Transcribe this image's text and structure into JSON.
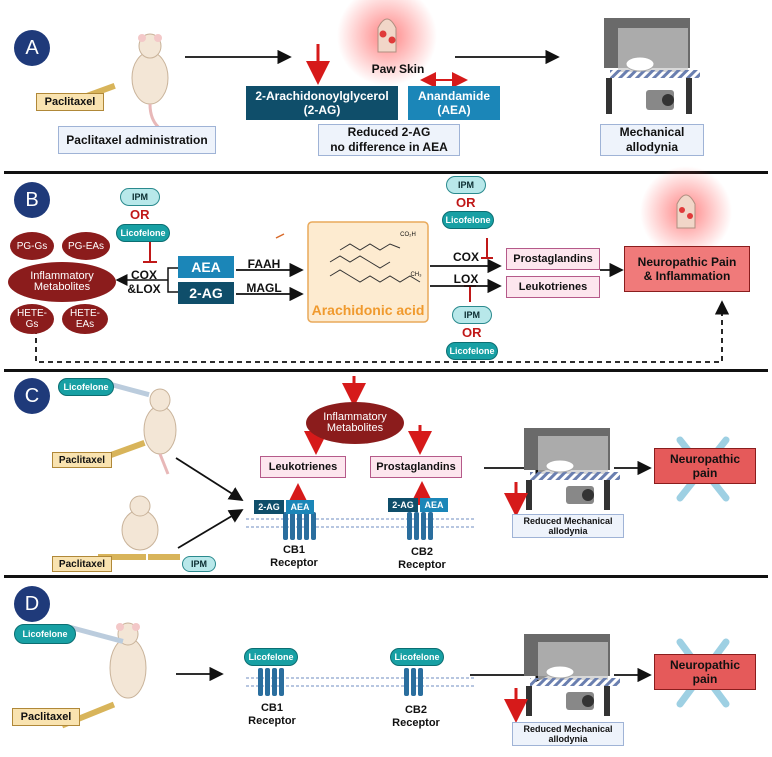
{
  "panel_a": {
    "letter": "A",
    "paclitaxel": "Paclitaxel",
    "admin_caption": "Paclitaxel administration",
    "paw_skin": "Paw Skin",
    "two_ag_line1": "2-Arachidonoylglycerol",
    "two_ag_line2": "(2-AG)",
    "aea_line1": "Anandamide",
    "aea_line2": "(AEA)",
    "result_line1": "Reduced 2-AG",
    "result_line2": "no difference in AEA",
    "allodynia_line1": "Mechanical",
    "allodynia_line2": "allodynia"
  },
  "panel_b": {
    "letter": "B",
    "ipm": "IPM",
    "or": "OR",
    "licofelone": "Licofelone",
    "cox_lox_line1": "COX",
    "cox_lox_line2": "&LOX",
    "aea": "AEA",
    "two_ag": "2-AG",
    "faah": "FAAH",
    "magl": "MAGL",
    "arachidonic": "Arachidonic acid",
    "co2h": "CO₂H",
    "ch3": "CH₃",
    "cox": "COX",
    "lox": "LOX",
    "prostaglandins": "Prostaglandins",
    "leukotrienes": "Leukotrienes",
    "pain_line1": "Neuropathic Pain",
    "pain_line2": "& Inflammation",
    "pg_gs": "PG-Gs",
    "pg_eas": "PG-EAs",
    "inflam_line1": "Inflammatory",
    "inflam_line2": "Metabolites",
    "hete_gs_line1": "HETE-",
    "hete_gs_line2": "Gs",
    "hete_eas_line1": "HETE-",
    "hete_eas_line2": "EAs"
  },
  "panel_c": {
    "letter": "C",
    "licofelone": "Licofelone",
    "paclitaxel": "Paclitaxel",
    "ipm": "IPM",
    "inflam_line1": "Inflammatory",
    "inflam_line2": "Metabolites",
    "leukotrienes": "Leukotrienes",
    "prostaglandins": "Prostaglandins",
    "two_ag": "2-AG",
    "aea": "AEA",
    "cb1_line1": "CB1",
    "cb1_line2": "Receptor",
    "cb2_line1": "CB2",
    "cb2_line2": "Receptor",
    "reduced_line1": "Reduced Mechanical",
    "reduced_line2": "allodynia",
    "pain_line1": "Neuropathic",
    "pain_line2": "pain"
  },
  "panel_d": {
    "letter": "D",
    "licofelone": "Licofelone",
    "paclitaxel": "Paclitaxel",
    "cb1_line1": "CB1",
    "cb1_line2": "Receptor",
    "cb2_line1": "CB2",
    "cb2_line2": "Receptor",
    "reduced_line1": "Reduced Mechanical",
    "reduced_line2": "allodynia",
    "pain_line1": "Neuropathic",
    "pain_line2": "pain"
  },
  "colors": {
    "panel_badge": "#1f3a7a",
    "red_arrow": "#d61a1a",
    "dark_teal": "#0f4e6a",
    "teal": "#1b86b8",
    "maroon": "#8b1c1c",
    "orange": "#f09a2e"
  }
}
